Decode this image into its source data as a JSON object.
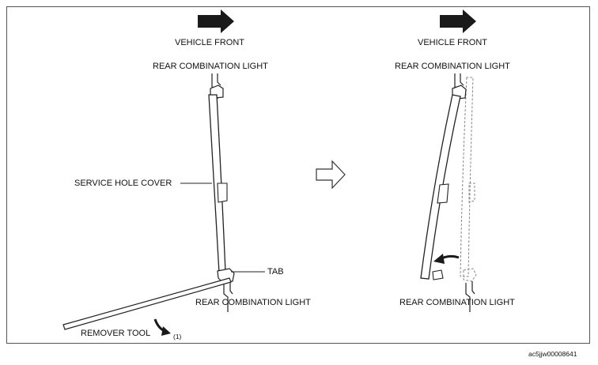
{
  "left_panel": {
    "vehicle_front": "VEHICLE FRONT",
    "rear_light_top": "REAR COMBINATION LIGHT",
    "service_hole_cover": "SERVICE HOLE COVER",
    "tab": "TAB",
    "rear_light_bottom": "REAR COMBINATION LIGHT",
    "remover_tool": "REMOVER TOOL",
    "step_number": "(1)"
  },
  "right_panel": {
    "vehicle_front": "VEHICLE FRONT",
    "rear_light_top": "REAR COMBINATION LIGHT",
    "rear_light_bottom": "REAR COMBINATION LIGHT"
  },
  "figure_id": "ac5jjw00008641",
  "colors": {
    "arrow": "#1a1a1a",
    "line": "#222222",
    "dashed": "#888888"
  }
}
